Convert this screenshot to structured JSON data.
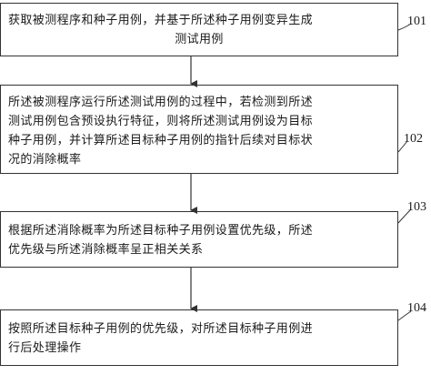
{
  "steps": [
    {
      "ref": "101",
      "lines": [
        "获取被测程序和种子用例，并基于所述种子用例变异生成",
        "测试用例"
      ]
    },
    {
      "ref": "102",
      "lines": [
        "所述被测程序运行所述测试用例的过程中，若检测到所述",
        "测试用例包含预设执行特征，则将所述测试用例设为目标",
        "种子用例，并计算所述目标种子用例的指针后续对目标状",
        "况的消除概率"
      ]
    },
    {
      "ref": "103",
      "lines": [
        "根据所述消除概率为所述目标种子用例设置优先级，所述",
        "优先级与所述消除概率呈正相关关系"
      ]
    },
    {
      "ref": "104",
      "lines": [
        "按照所述目标种子用例的优先级，对所述目标种子用例进",
        "行后处理操作"
      ]
    }
  ]
}
